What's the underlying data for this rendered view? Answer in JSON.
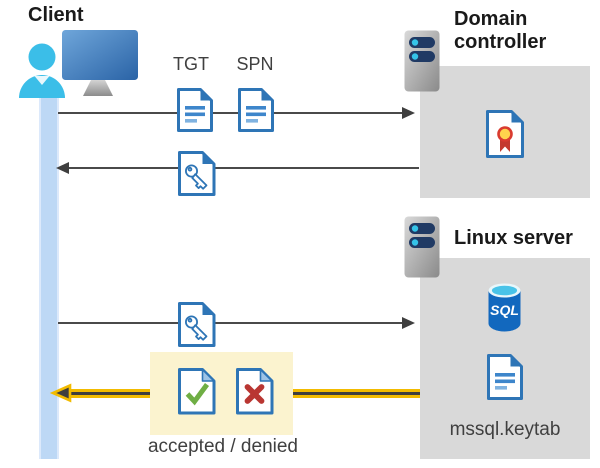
{
  "client": {
    "label": "Client"
  },
  "domain_controller": {
    "label": "Domain controller"
  },
  "linux_server": {
    "label": "Linux server",
    "sql_badge": "SQL",
    "keytab_file": "mssql.keytab"
  },
  "messages": {
    "tgt": "TGT",
    "spn": "SPN",
    "result": "accepted / denied"
  },
  "colors": {
    "doc_border_blue": "#2E75B6",
    "doc_line_blue": "#3E86CB",
    "doc_fold_light": "#9DC3E6",
    "gray_box": "#D9D9D9",
    "lifeline_blue": "#BDD8F5",
    "arrow_gray": "#3F3F3F",
    "highlight_box_yellow": "#FBF3CF",
    "highlight_arrow_yellow": "#F2BB00",
    "check_green": "#6FAE44",
    "cross_red": "#B93632",
    "seal_yellow": "#FFD34D",
    "ribbon_red": "#C4392E",
    "sql_body_blue": "#1268BE",
    "sql_top_cyan": "#49C3E8",
    "person_cyan": "#3BBEE8",
    "server_bar_navy": "#203A64"
  }
}
